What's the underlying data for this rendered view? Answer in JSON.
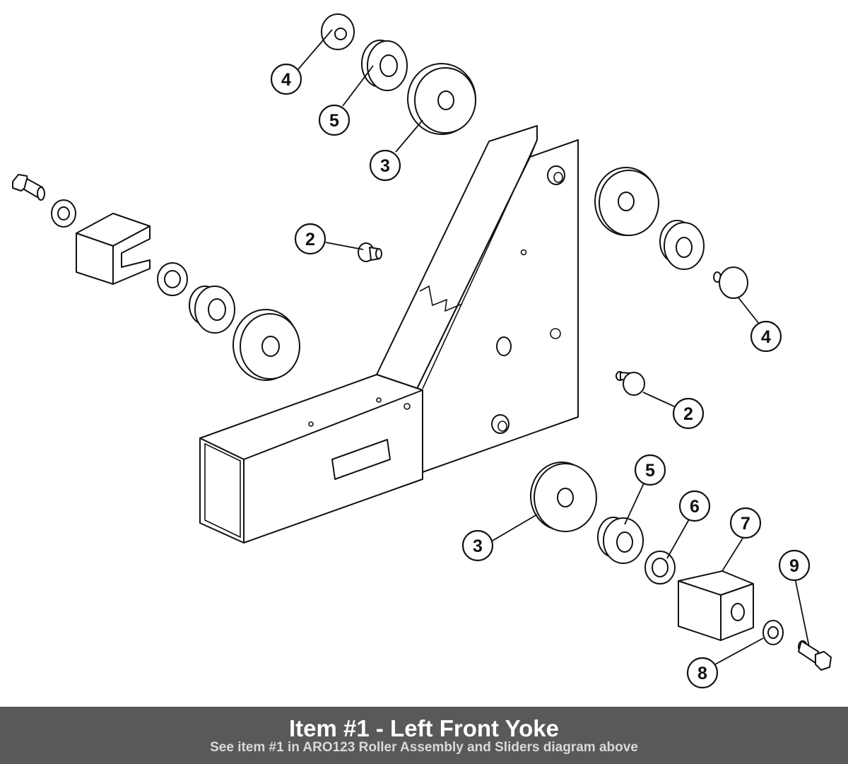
{
  "diagram": {
    "callouts": [
      "4",
      "5",
      "3",
      "2",
      "4",
      "2",
      "5",
      "6",
      "7",
      "3",
      "9",
      "8"
    ]
  },
  "footer": {
    "title": "Item #1 - Left Front Yoke",
    "subtitle": "See item #1 in ARO123 Roller Assembly and Sliders diagram above"
  }
}
